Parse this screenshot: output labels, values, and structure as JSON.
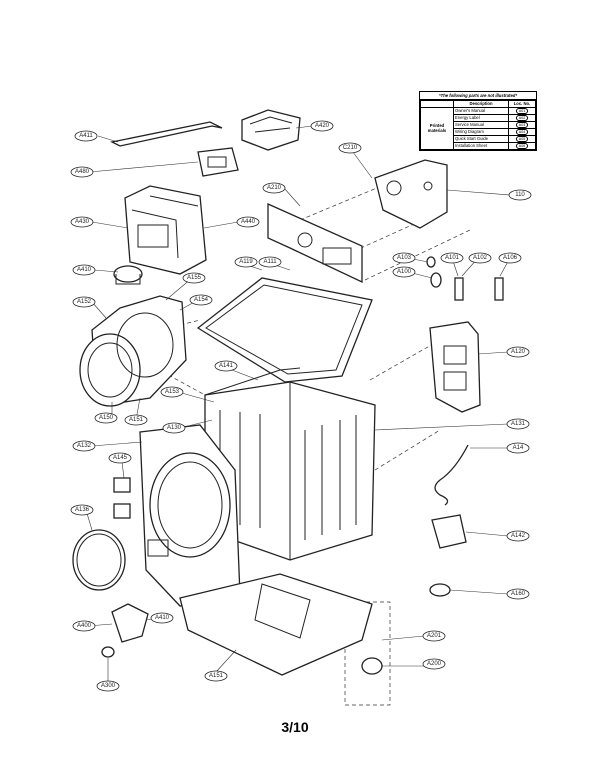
{
  "legend": {
    "header": "*The following parts are not illustrated*",
    "columns": [
      "Description",
      "Loc. No."
    ],
    "group_label": "Printed materials",
    "rows": [
      {
        "description": "Owner's Manual",
        "loc": "A01"
      },
      {
        "description": "Energy Label",
        "loc": "A02"
      },
      {
        "description": "Service Manual",
        "loc": "A03"
      },
      {
        "description": "Wiring Diagram",
        "loc": "A04"
      },
      {
        "description": "Quick Start Guide",
        "loc": "A05"
      },
      {
        "description": "Installation Sheet",
        "loc": "A06"
      }
    ]
  },
  "callouts": [
    {
      "id": "c1",
      "label": "A411"
    },
    {
      "id": "c2",
      "label": "A420"
    },
    {
      "id": "c3",
      "label": "A480"
    },
    {
      "id": "c4",
      "label": "A430"
    },
    {
      "id": "c5",
      "label": "A440"
    },
    {
      "id": "c6",
      "label": "C210"
    },
    {
      "id": "c7",
      "label": "A210"
    },
    {
      "id": "c8",
      "label": "110"
    },
    {
      "id": "c9",
      "label": "A410"
    },
    {
      "id": "c10",
      "label": "A119"
    },
    {
      "id": "c11",
      "label": "A111"
    },
    {
      "id": "c12",
      "label": "A152"
    },
    {
      "id": "c13",
      "label": "A155"
    },
    {
      "id": "c14",
      "label": "A154"
    },
    {
      "id": "c15",
      "label": "A103"
    },
    {
      "id": "c16",
      "label": "A100"
    },
    {
      "id": "c17",
      "label": "A101"
    },
    {
      "id": "c18",
      "label": "A102"
    },
    {
      "id": "c19",
      "label": "A106"
    },
    {
      "id": "c20",
      "label": "A120"
    },
    {
      "id": "c21",
      "label": "A141"
    },
    {
      "id": "c22",
      "label": "A150"
    },
    {
      "id": "c23",
      "label": "A151"
    },
    {
      "id": "c24",
      "label": "A153"
    },
    {
      "id": "c25",
      "label": "A130"
    },
    {
      "id": "c26",
      "label": "A131"
    },
    {
      "id": "c27",
      "label": "A132"
    },
    {
      "id": "c28",
      "label": "A145"
    },
    {
      "id": "c29",
      "label": "A14"
    },
    {
      "id": "c30",
      "label": "A136"
    },
    {
      "id": "c31",
      "label": "A142"
    },
    {
      "id": "c32",
      "label": "A160"
    },
    {
      "id": "c33",
      "label": "A410"
    },
    {
      "id": "c34",
      "label": "A400"
    },
    {
      "id": "c35",
      "label": "A300"
    },
    {
      "id": "c36",
      "label": "A201"
    },
    {
      "id": "c37",
      "label": "A200"
    },
    {
      "id": "c38",
      "label": "A151"
    }
  ],
  "page_number": "3/10"
}
